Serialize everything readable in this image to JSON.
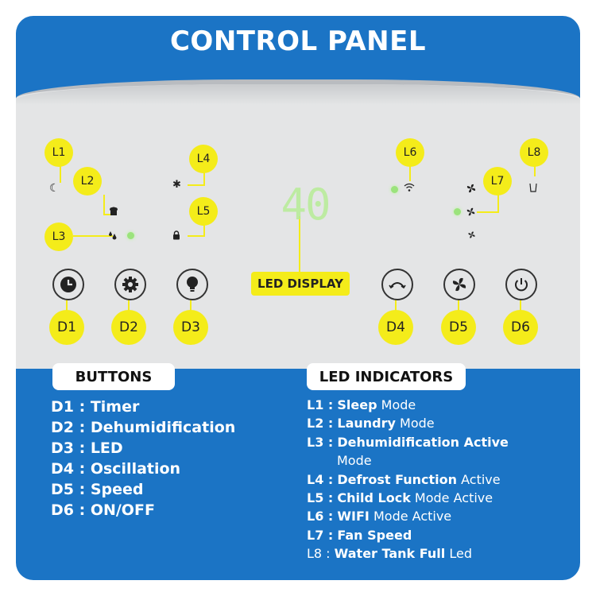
{
  "title": "CONTROL PANEL",
  "display": {
    "value": "40",
    "label": "LED DISPLAY"
  },
  "callouts": {
    "l1": "L1",
    "l2": "L2",
    "l3": "L3",
    "l4": "L4",
    "l5": "L5",
    "l6": "L6",
    "l7": "L7",
    "l8": "L8",
    "d1": "D1",
    "d2": "D2",
    "d3": "D3",
    "d4": "D4",
    "d5": "D5",
    "d6": "D6"
  },
  "icons": {
    "sleep": "moon-icon",
    "laundry": "shirt-icon",
    "dehum": "droplets-icon",
    "defrost": "snowflake-icon",
    "lock": "lock-icon",
    "wifi": "wifi-icon",
    "fan_high": "fan-icon",
    "fan_mid": "fan-icon",
    "fan_low": "fan-icon",
    "tank": "water-tank-icon",
    "timer": "clock-icon",
    "settings": "gear-icon",
    "led": "bulb-icon",
    "oscillation": "swing-icon",
    "speed": "fan-icon",
    "power": "power-icon"
  },
  "colors": {
    "blue": "#1b74c5",
    "callout": "#f4ec1a",
    "led_green": "#9be37c",
    "panel": "#e4e5e6"
  },
  "buttons": {
    "heading": "BUTTONS",
    "items": [
      "D1 : Timer",
      "D2 : Dehumidification",
      "D3 : LED",
      "D4 : Oscillation",
      "D5 : Speed",
      "D6 : ON/OFF"
    ]
  },
  "leds": {
    "heading": "LED INDICATORS",
    "items": [
      {
        "code": "L1 :",
        "name": "Sleep",
        "desc": "Mode"
      },
      {
        "code": "L2 :",
        "name": "Laundry",
        "desc": "Mode"
      },
      {
        "code": "L3 :",
        "name": "Dehumidification Active",
        "desc": ""
      },
      {
        "code": "",
        "name": "",
        "desc": "Mode"
      },
      {
        "code": "L4 :",
        "name": "Defrost Function",
        "desc": "Active"
      },
      {
        "code": "L5 :",
        "name": "Child Lock",
        "desc": "Mode Active"
      },
      {
        "code": "L6 :",
        "name": "WIFI",
        "desc": "Mode Active"
      },
      {
        "code": "L7 :",
        "name": "Fan Speed",
        "desc": ""
      },
      {
        "code": "L8 :",
        "name": "Water Tank Full",
        "desc": "Led"
      }
    ]
  }
}
